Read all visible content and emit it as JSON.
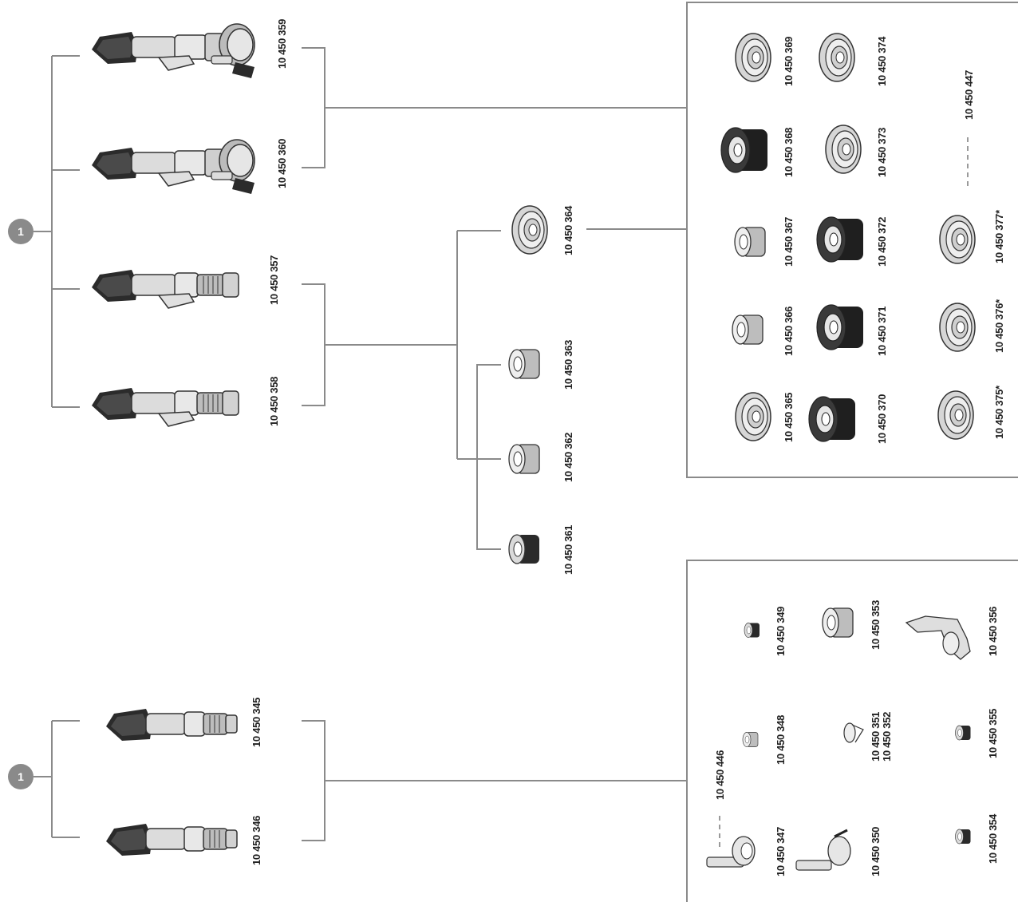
{
  "badges": [
    "1",
    "1"
  ],
  "scopes": [
    {
      "id": "s359",
      "code": "10 450 359"
    },
    {
      "id": "s360",
      "code": "10 450 360"
    },
    {
      "id": "s357",
      "code": "10 450 357"
    },
    {
      "id": "s358",
      "code": "10 450 358"
    },
    {
      "id": "s345",
      "code": "10 450 345"
    },
    {
      "id": "s346",
      "code": "10 450 346"
    }
  ],
  "adapters": [
    {
      "id": "a364",
      "code": "10 450 364"
    },
    {
      "id": "a363",
      "code": "10 450 363"
    },
    {
      "id": "a362",
      "code": "10 450 362"
    },
    {
      "id": "a361",
      "code": "10 450 361"
    }
  ],
  "upper_box": {
    "items": [
      {
        "id": "u369",
        "code": "10 450 369"
      },
      {
        "id": "u374",
        "code": "10 450 374"
      },
      {
        "id": "u447",
        "code": "10 450 447"
      },
      {
        "id": "u368",
        "code": "10 450 368"
      },
      {
        "id": "u373",
        "code": "10 450 373"
      },
      {
        "id": "u367",
        "code": "10 450 367"
      },
      {
        "id": "u372",
        "code": "10 450 372"
      },
      {
        "id": "u377",
        "code": "10 450 377*"
      },
      {
        "id": "u366",
        "code": "10 450 366"
      },
      {
        "id": "u371",
        "code": "10 450 371"
      },
      {
        "id": "u376",
        "code": "10 450 376*"
      },
      {
        "id": "u365",
        "code": "10 450 365"
      },
      {
        "id": "u370",
        "code": "10 450 370"
      },
      {
        "id": "u375",
        "code": "10 450 375*"
      }
    ]
  },
  "lower_box": {
    "items": [
      {
        "id": "l349",
        "code": "10 450 349"
      },
      {
        "id": "l353",
        "code": "10 450 353"
      },
      {
        "id": "l356",
        "code": "10 450 356"
      },
      {
        "id": "l446",
        "code": "10 450 446"
      },
      {
        "id": "l348",
        "code": "10 450 348"
      },
      {
        "id": "l351",
        "code": "10 450 351"
      },
      {
        "id": "l352",
        "code": "10 450 352"
      },
      {
        "id": "l355",
        "code": "10 450 355"
      },
      {
        "id": "l347",
        "code": "10 450 347"
      },
      {
        "id": "l350",
        "code": "10 450 350"
      },
      {
        "id": "l354",
        "code": "10 450 354"
      }
    ]
  },
  "colors": {
    "line": "#8a8a8a",
    "badge": "#8a8a8a",
    "ink": "#222222"
  }
}
